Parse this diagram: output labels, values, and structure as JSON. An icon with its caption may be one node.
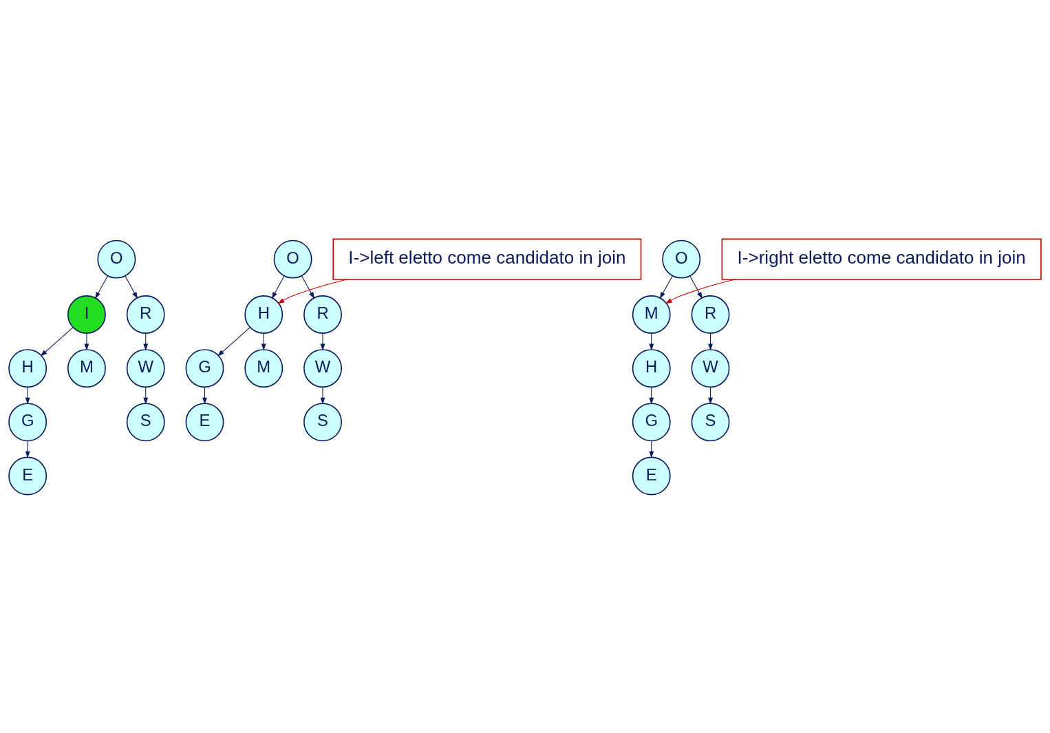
{
  "diagram": {
    "nodes": [
      {
        "text": [
          "O"
        ]
      },
      {
        "text": [
          "I"
        ]
      },
      {
        "text": [
          "R"
        ]
      },
      {
        "text": [
          "H"
        ]
      },
      {
        "text": [
          "M"
        ]
      },
      {
        "text": [
          "W"
        ]
      },
      {
        "text": [
          "G"
        ]
      },
      {
        "text": [
          "S"
        ]
      },
      {
        "text": [
          "E"
        ]
      },
      {
        "text": [
          "O"
        ]
      },
      {
        "text": [
          "H"
        ]
      },
      {
        "text": [
          "R"
        ]
      },
      {
        "text": [
          "G"
        ]
      },
      {
        "text": [
          "M"
        ]
      },
      {
        "text": [
          "W"
        ]
      },
      {
        "text": [
          "E"
        ]
      },
      {
        "text": [
          "S"
        ]
      },
      {
        "text": [
          "O"
        ]
      },
      {
        "text": [
          "M"
        ]
      },
      {
        "text": [
          "R"
        ]
      },
      {
        "text": [
          "H"
        ]
      },
      {
        "text": [
          "W"
        ]
      },
      {
        "text": [
          "G"
        ]
      },
      {
        "text": [
          "S"
        ]
      },
      {
        "text": [
          "E"
        ]
      },
      {
        "text": [
          "I->left eletto come candidato in join"
        ]
      },
      {
        "text": [
          "I->right eletto come candidato in join"
        ]
      }
    ],
    "edges": [
      {
        "from": 0,
        "to": 1,
        "arrow": "to"
      },
      {
        "from": 0,
        "to": 2,
        "arrow": "to"
      },
      {
        "from": 1,
        "to": 3,
        "arrow": "to"
      },
      {
        "from": 1,
        "to": 4,
        "arrow": "to"
      },
      {
        "from": 2,
        "to": 5,
        "arrow": "to"
      },
      {
        "from": 3,
        "to": 6,
        "arrow": "to"
      },
      {
        "from": 5,
        "to": 7,
        "arrow": "to"
      },
      {
        "from": 6,
        "to": 8,
        "arrow": "to"
      },
      {
        "from": 9,
        "to": 10,
        "arrow": "to"
      },
      {
        "from": 9,
        "to": 11,
        "arrow": "to"
      },
      {
        "from": 10,
        "to": 12,
        "arrow": "to"
      },
      {
        "from": 10,
        "to": 13,
        "arrow": "to"
      },
      {
        "from": 11,
        "to": 14,
        "arrow": "to"
      },
      {
        "from": 12,
        "to": 15,
        "arrow": "to"
      },
      {
        "from": 14,
        "to": 16,
        "arrow": "to"
      },
      {
        "from": 17,
        "to": 18,
        "arrow": "to"
      },
      {
        "from": 17,
        "to": 19,
        "arrow": "to"
      },
      {
        "from": 18,
        "to": 20,
        "arrow": "to"
      },
      {
        "from": 19,
        "to": 21,
        "arrow": "to"
      },
      {
        "from": 20,
        "to": 22,
        "arrow": "to"
      },
      {
        "from": 21,
        "to": 23,
        "arrow": "to"
      },
      {
        "from": 22,
        "to": 24,
        "arrow": "to"
      },
      {
        "from": 25,
        "to": 10,
        "arrow": "to",
        "color": "#cc0000"
      },
      {
        "from": 26,
        "to": 18,
        "arrow": "to",
        "color": "#cc0000"
      }
    ]
  }
}
